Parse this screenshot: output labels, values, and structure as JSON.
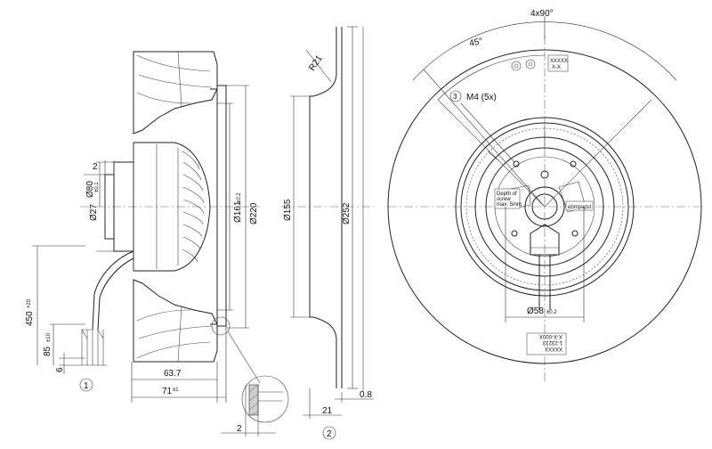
{
  "dimensions": {
    "d80": "Ø80",
    "d27": "Ø27",
    "d27_tol": "±0.1",
    "d161": "Ø161",
    "d161_tol": "±0.2",
    "d220": "Ø220",
    "d155": "Ø155",
    "d252": "Ø252",
    "d58": "Ø58",
    "d58_tol": "±0.2",
    "gap_2_top": "2",
    "gap_2_bottom": "2",
    "len_450": "450",
    "len_450_tol": "+20",
    "len_85": "85",
    "len_85_tol": "±10",
    "len_6": "6",
    "depth_63_7": "63.7",
    "depth_71": "71",
    "depth_71_tol": "±1",
    "plate_21": "21",
    "plate_0_8": "0.8",
    "radius_r21": "R21",
    "angle_4x90": "4x90°",
    "angle_45": "45°",
    "thread_m4": "M4 (5x)"
  },
  "callouts": {
    "c1": "1",
    "c2": "2",
    "c3": "3"
  },
  "labels": {
    "screw_note_1": "Depth of",
    "screw_note_2": "screw",
    "screw_note_3": "max. 5mm",
    "brand": "ebmpapst",
    "tag_top_1": "XXXXX",
    "tag_top_2": "X-X",
    "tag_bottom_1": "XXXXX",
    "tag_bottom_2": "1-23233",
    "tag_bottom_3": "X-X-000X"
  }
}
